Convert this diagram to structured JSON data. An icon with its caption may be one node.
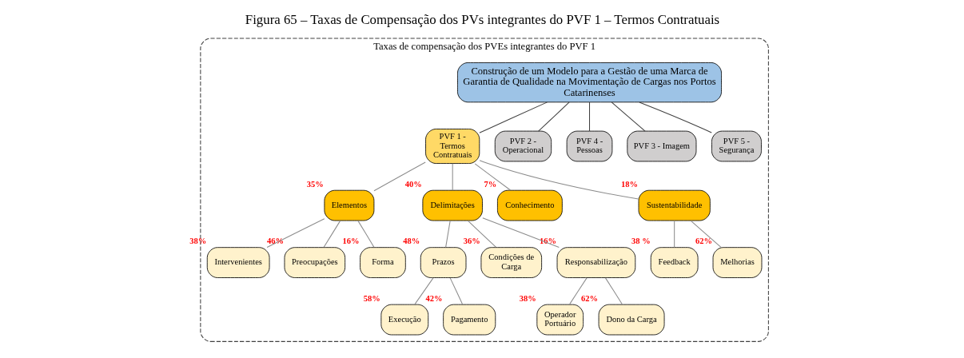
{
  "diagram": {
    "title": "Figura 65 – Taxas de Compensação dos PVs integrantes do PVF 1 – Termos Contratuais",
    "nodes": [
      {
        "text": [
          "Taxas de compensação dos PVEs integrantes do PVF 1"
        ]
      },
      {
        "text": [
          "Construção de um Modelo para a Gestão de uma Marca de Garantia de Qualidade na Movimentação de Cargas nos Portos Catarinenses"
        ],
        "in": 0
      },
      {
        "text": [
          "PVF 1 - Termos Contratuais"
        ],
        "in": 0
      },
      {
        "text": [
          "PVF 2 - Operacional"
        ],
        "in": 0
      },
      {
        "text": [
          "PVF 4 - Pessoas"
        ],
        "in": 0
      },
      {
        "text": [
          "PVF 3 - Imagem"
        ],
        "in": 0
      },
      {
        "text": [
          "PVF 5 - Segurança"
        ],
        "in": 0
      },
      {
        "text": [
          "Elementos"
        ],
        "beside": [
          "35%"
        ],
        "in": 0
      },
      {
        "text": [
          "Delimitações"
        ],
        "beside": [
          "40%"
        ],
        "in": 0
      },
      {
        "text": [
          "Conhecimento"
        ],
        "beside": [
          "7%"
        ],
        "in": 0
      },
      {
        "text": [
          "Sustentabilidade"
        ],
        "beside": [
          "18%"
        ],
        "in": 0
      },
      {
        "text": [
          "Intervenientes"
        ],
        "beside": [
          "38%"
        ],
        "in": 0
      },
      {
        "text": [
          "Preocupações"
        ],
        "beside": [
          "46%"
        ],
        "in": 0
      },
      {
        "text": [
          "Forma"
        ],
        "beside": [
          "16%"
        ],
        "in": 0
      },
      {
        "text": [
          "Prazos"
        ],
        "beside": [
          "48%"
        ],
        "in": 0
      },
      {
        "text": [
          "Condições de Carga"
        ],
        "beside": [
          "36%"
        ],
        "in": 0
      },
      {
        "text": [
          "Responsabilização"
        ],
        "beside": [
          "16%"
        ],
        "in": 0
      },
      {
        "text": [
          "Feedback"
        ],
        "beside": [
          "38 %"
        ],
        "in": 0
      },
      {
        "text": [
          "Melhorias"
        ],
        "beside": [
          "62%"
        ],
        "in": 0
      },
      {
        "text": [
          "Execução"
        ],
        "beside": [
          "58%"
        ],
        "in": 0
      },
      {
        "text": [
          "Pagamento"
        ],
        "beside": [
          "42%"
        ],
        "in": 0
      },
      {
        "text": [
          "Operador Portuário"
        ],
        "beside": [
          "38%"
        ],
        "in": 0
      },
      {
        "text": [
          "Dono da Carga"
        ],
        "beside": [
          "62%"
        ],
        "in": 0
      }
    ],
    "edges": [
      {
        "from": 1,
        "to": 2,
        "arrow": "none",
        "color": "#404040"
      },
      {
        "from": 1,
        "to": 3,
        "arrow": "none",
        "color": "#404040"
      },
      {
        "from": 1,
        "to": 4,
        "arrow": "none",
        "color": "#404040"
      },
      {
        "from": 1,
        "to": 5,
        "arrow": "none",
        "color": "#404040"
      },
      {
        "from": 1,
        "to": 6,
        "arrow": "none",
        "color": "#404040"
      },
      {
        "from": 2,
        "to": 7,
        "arrow": "none"
      },
      {
        "from": 2,
        "to": 8,
        "arrow": "none"
      },
      {
        "from": 2,
        "to": 9,
        "arrow": "none"
      },
      {
        "from": 2,
        "to": 10,
        "arrow": "none"
      },
      {
        "from": 7,
        "to": 11,
        "arrow": "none"
      },
      {
        "from": 7,
        "to": 12,
        "arrow": "none"
      },
      {
        "from": 7,
        "to": 13,
        "arrow": "none"
      },
      {
        "from": 8,
        "to": 14,
        "arrow": "none"
      },
      {
        "from": 8,
        "to": 15,
        "arrow": "none"
      },
      {
        "from": 8,
        "to": 16,
        "arrow": "none"
      },
      {
        "from": 10,
        "to": 17,
        "arrow": "none"
      },
      {
        "from": 10,
        "to": 18,
        "arrow": "none"
      },
      {
        "from": 14,
        "to": 19,
        "arrow": "none"
      },
      {
        "from": 14,
        "to": 20,
        "arrow": "none"
      },
      {
        "from": 16,
        "to": 21,
        "arrow": "none"
      },
      {
        "from": 16,
        "to": 22,
        "arrow": "none"
      }
    ]
  }
}
